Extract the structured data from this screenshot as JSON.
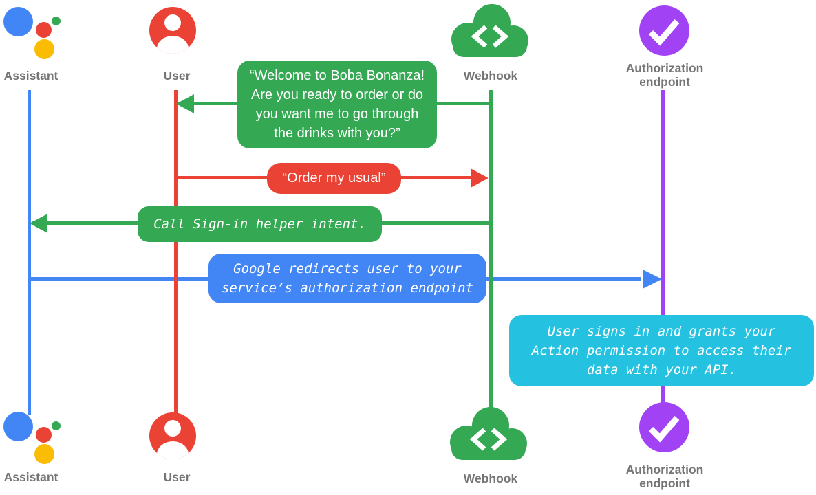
{
  "colors": {
    "blue": "#4285F4",
    "red": "#EA4335",
    "green": "#34A853",
    "yellow": "#FBBC04",
    "purple": "#A142F4",
    "cyan": "#24C1E0",
    "gray": "#757575"
  },
  "actors": [
    {
      "id": "assistant",
      "label": "Assistant",
      "icon": "google-assistant-icon",
      "color": "#4285F4"
    },
    {
      "id": "user",
      "label": "User",
      "icon": "user-icon",
      "color": "#EA4335"
    },
    {
      "id": "webhook",
      "label": "Webhook",
      "icon": "cloud-code-icon",
      "color": "#34A853"
    },
    {
      "id": "authorization-endpoint",
      "label": "Authorization\nendpoint",
      "icon": "check-circle-icon",
      "color": "#A142F4"
    }
  ],
  "messages": [
    {
      "from": "webhook",
      "to": "user",
      "style": "speech-bubble",
      "color": "#34A853",
      "text": "“Welcome to Boba Bonanza!\nAre you ready to order or do\nyou want me to go through\nthe drinks with you?”"
    },
    {
      "from": "user",
      "to": "webhook",
      "style": "speech-bubble",
      "color": "#EA4335",
      "text": "“Order my usual”"
    },
    {
      "from": "webhook",
      "to": "assistant",
      "style": "code-note",
      "color": "#34A853",
      "text": "Call Sign-in helper intent."
    },
    {
      "from": "assistant",
      "to": "authorization-endpoint",
      "style": "code-note",
      "color": "#4285F4",
      "text": "Google redirects user to your\nservice’s authorization endpoint"
    },
    {
      "on": "authorization-endpoint",
      "style": "code-note",
      "color": "#24C1E0",
      "text": "User signs in and grants your\nAction permission to access their\ndata with your API."
    }
  ]
}
